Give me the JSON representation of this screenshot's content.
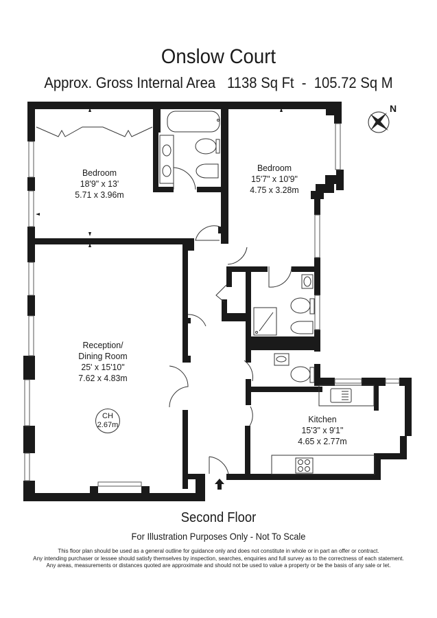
{
  "header": {
    "title": "Onslow Court",
    "subtitle": "Approx. Gross Internal Area   1138 Sq Ft  -  105.72 Sq M"
  },
  "compass": {
    "label": "N",
    "icon": "compass-rose-icon"
  },
  "rooms": {
    "bedroom1": {
      "name": "Bedroom",
      "imperial": "18'9\" x 13'",
      "metric": "5.71 x 3.96m"
    },
    "bedroom2": {
      "name": "Bedroom",
      "imperial": "15'7\" x 10'9\"",
      "metric": "4.75 x 3.28m"
    },
    "reception": {
      "name_line1": "Reception/",
      "name_line2": "Dining Room",
      "imperial": "25' x 15'10\"",
      "metric": "7.62 x 4.83m"
    },
    "kitchen": {
      "name": "Kitchen",
      "imperial": "15'3\" x 9'1\"",
      "metric": "4.65 x 2.77m"
    }
  },
  "ceiling_height": {
    "label": "CH",
    "value": "2.67m"
  },
  "footer": {
    "floor_name": "Second Floor",
    "illustration_note": "For Illustration Purposes Only - Not To Scale",
    "disclaimer": [
      "This floor plan should be used as a general outline for guidance only and does not constitute in whole or in part an offer or contract.",
      "Any intending purchaser or lessee should satisfy themselves by inspection, searches, enquiries and full survey as to the correctness of each statement.",
      "Any areas, measurements or distances quoted are approximate and should not be used to value a property or be the basis of any sale or let."
    ]
  },
  "colors": {
    "wall": "#1a1a1a",
    "background": "#ffffff",
    "fixture_line": "#444444"
  }
}
